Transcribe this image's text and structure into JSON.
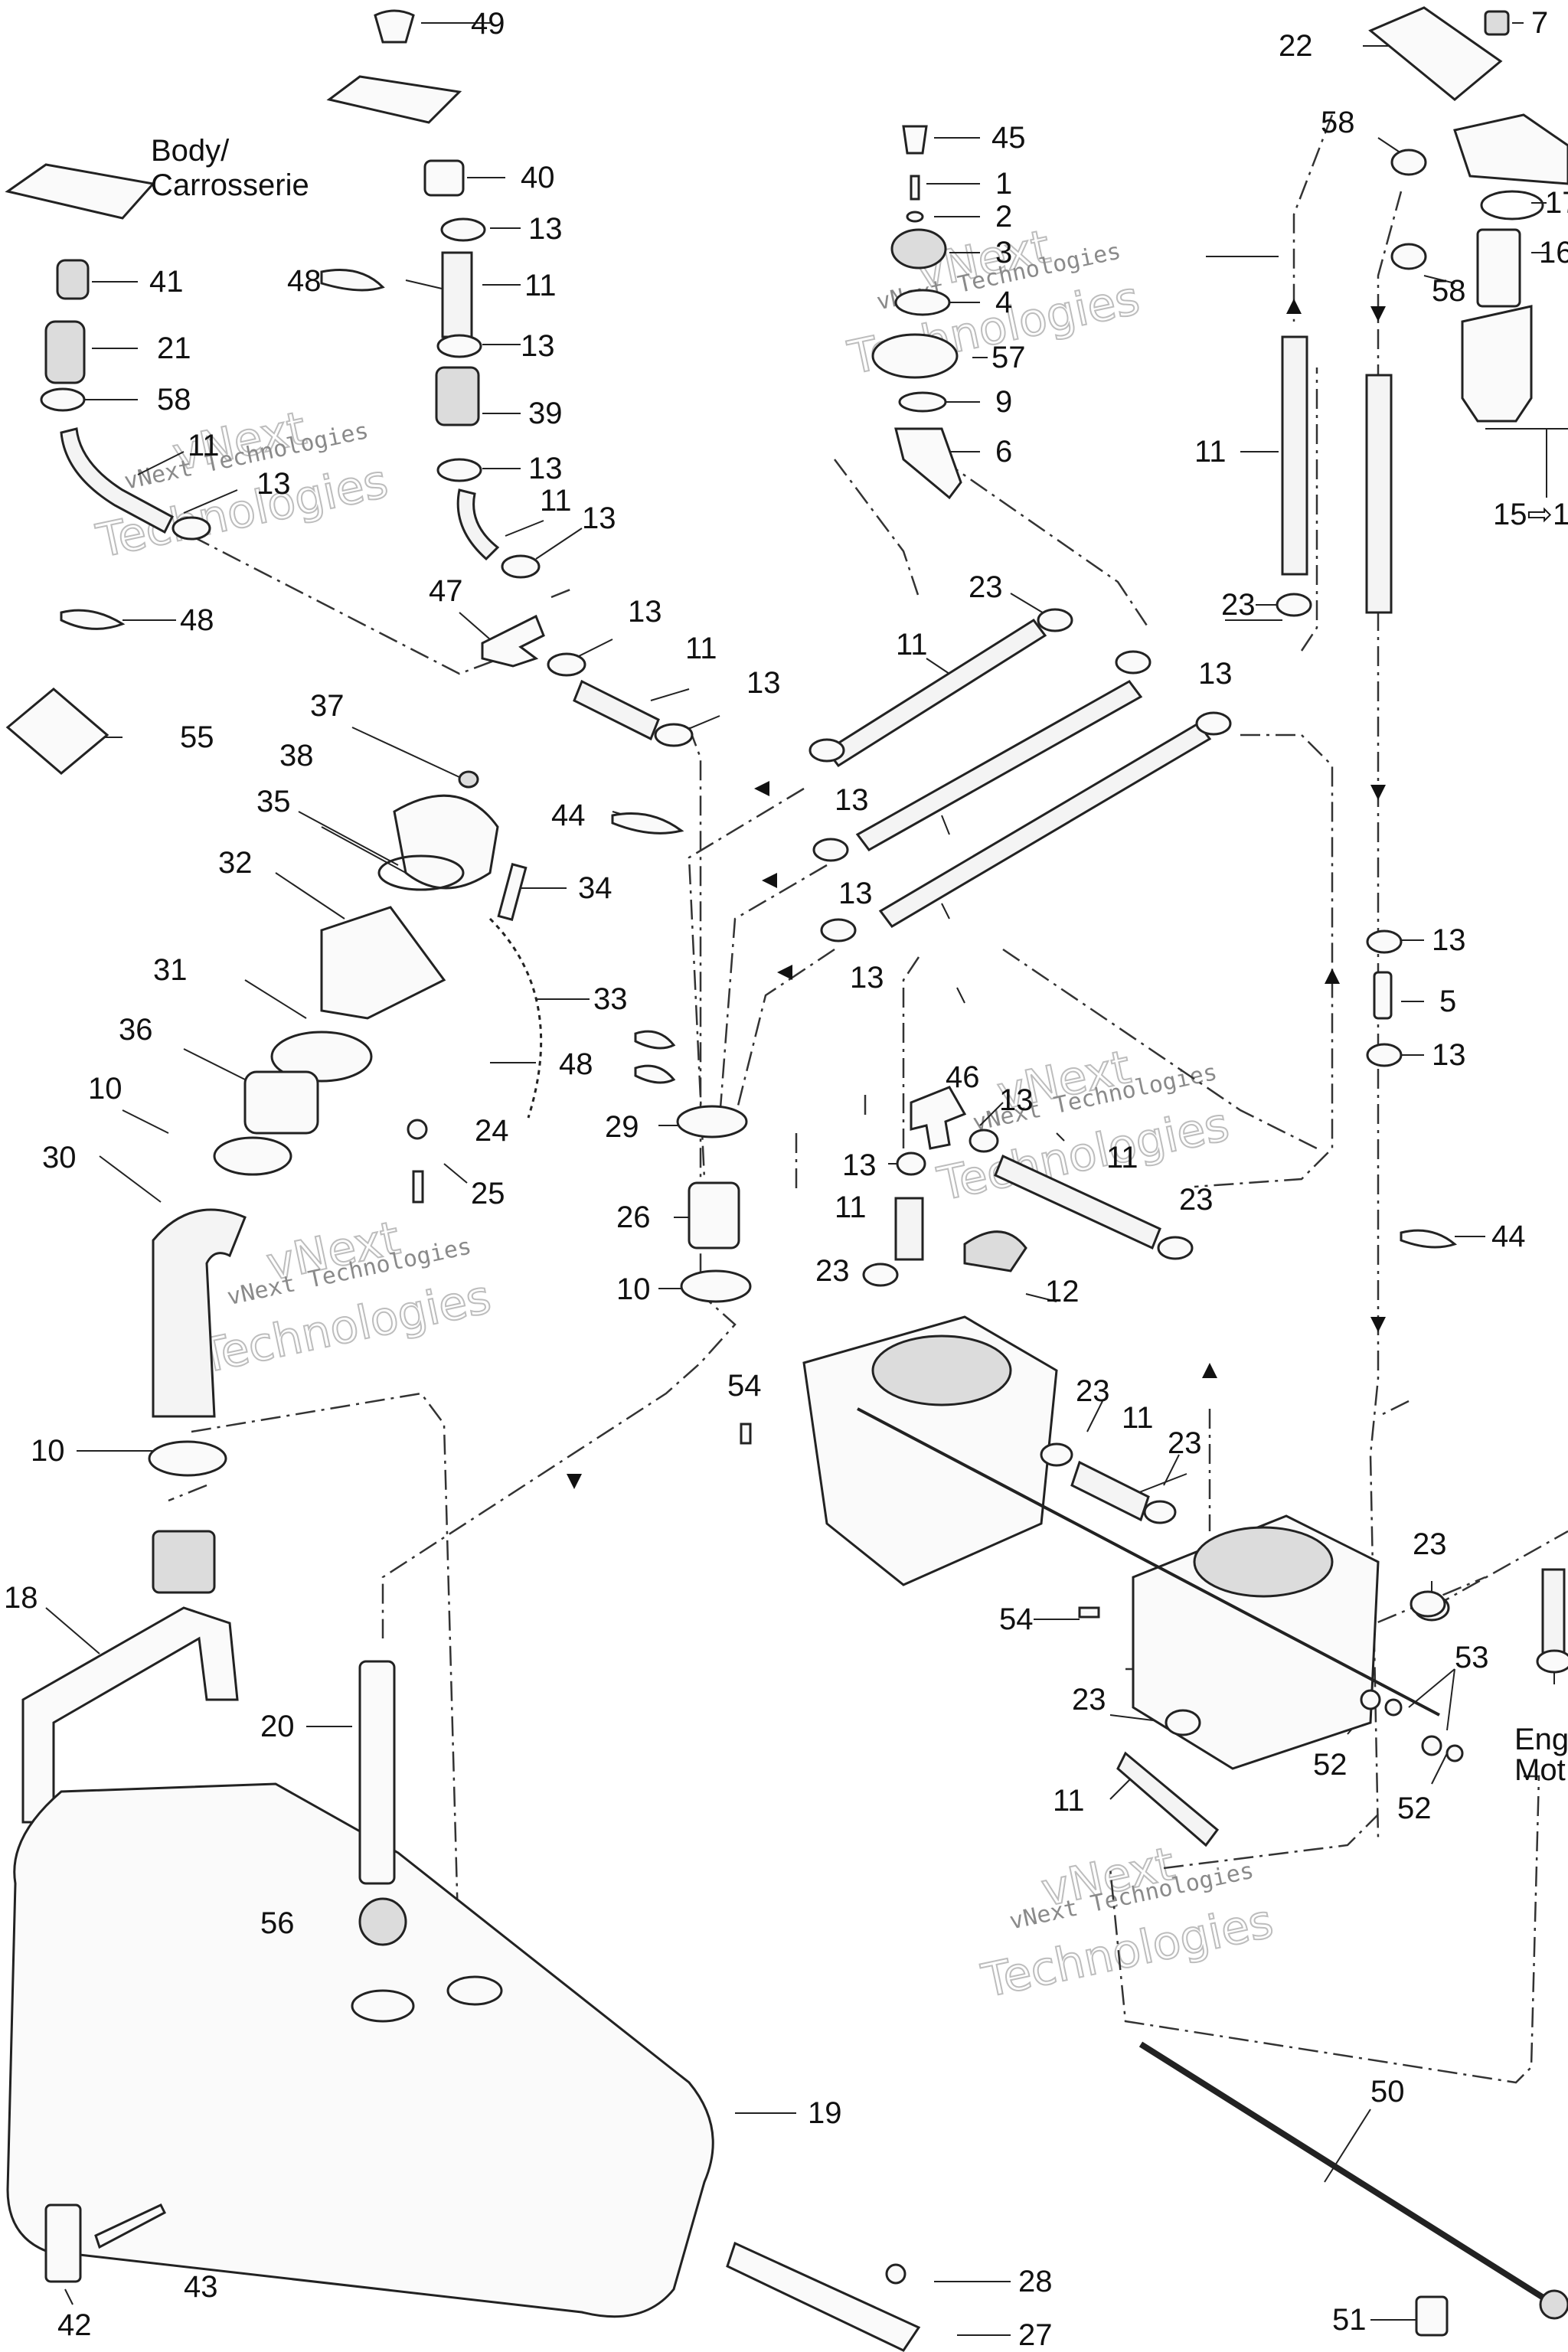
{
  "labels": {
    "body": "Body/",
    "carrosserie": "Carrosserie",
    "engine": "Eng",
    "moteur": "Mot",
    "ref_15": "15⇨1"
  },
  "watermark": {
    "line1": "vNext Technologies",
    "line2": "Technologies",
    "top": "vNext"
  },
  "callouts": {
    "c49": "49",
    "c40": "40",
    "c13a": "13",
    "c11a": "11",
    "c48a": "48",
    "c13b": "13",
    "c39": "39",
    "c13c": "13",
    "c11b": "11",
    "c13d": "13",
    "c41": "41",
    "c21": "21",
    "c58a": "58",
    "c11c": "11",
    "c13e": "13",
    "c48b": "48",
    "c47": "47",
    "c13f": "13",
    "c11d": "11",
    "c13g": "13",
    "c55": "55",
    "c37": "37",
    "c38": "38",
    "c35": "35",
    "c32": "32",
    "c44a": "44",
    "c34": "34",
    "c31": "31",
    "c33": "33",
    "c36": "36",
    "c48c": "48",
    "c10a": "10",
    "c24": "24",
    "c29": "29",
    "c30": "30",
    "c25": "25",
    "c26": "26",
    "c10b": "10",
    "c10c": "10",
    "c18": "18",
    "c20": "20",
    "c56": "56",
    "c19": "19",
    "c42": "42",
    "c43": "43",
    "c27": "27",
    "c28": "28",
    "c45": "45",
    "c1": "1",
    "c2": "2",
    "c3": "3",
    "c4": "4",
    "c57": "57",
    "c9": "9",
    "c6": "6",
    "c23a": "23",
    "c11e": "11",
    "c13h": "13",
    "c13i": "13",
    "c13j": "13",
    "c13k": "13",
    "c46": "46",
    "c13l": "13",
    "c13m": "13",
    "c11f": "11",
    "c11g": "11",
    "c23b": "23",
    "c12": "12",
    "c23c": "23",
    "c54a": "54",
    "c23d": "23",
    "c11h": "11",
    "c23e": "23",
    "c54b": "54",
    "c23f": "23",
    "c11i": "11",
    "c22": "22",
    "c7": "7",
    "c58b": "58",
    "c17": "17",
    "c16": "16",
    "c58c": "58",
    "c11j": "11",
    "c23g": "23",
    "c13n": "13",
    "c5": "5",
    "c13o": "13",
    "c44b": "44",
    "c23h": "23",
    "c53": "53",
    "c52a": "52",
    "c52b": "52",
    "c50": "50",
    "c51": "51"
  }
}
